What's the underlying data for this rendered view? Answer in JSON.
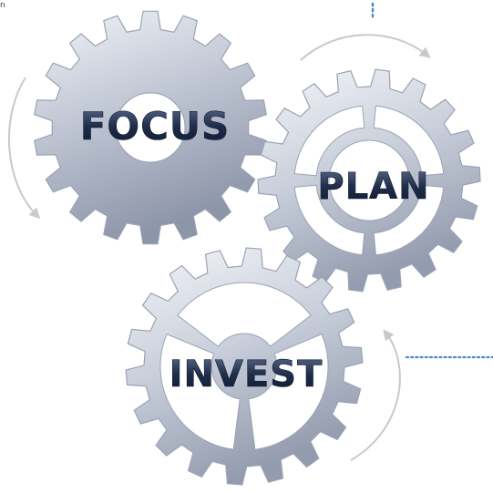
{
  "top_left_fragment": "n",
  "gears": {
    "focus": {
      "label": "FOCUS"
    },
    "plan": {
      "label": "PLAN"
    },
    "invest": {
      "label": "INVEST"
    }
  },
  "colors": {
    "gear_face": "#b8bfcd",
    "gear_light": "#eef0f5",
    "gear_dark": "#838ba0",
    "gear_outline": "#9aa2b3",
    "label_text": "#1d2a44",
    "arrow": "#c7c9cd",
    "dotted_connector": "#4a86c8"
  }
}
